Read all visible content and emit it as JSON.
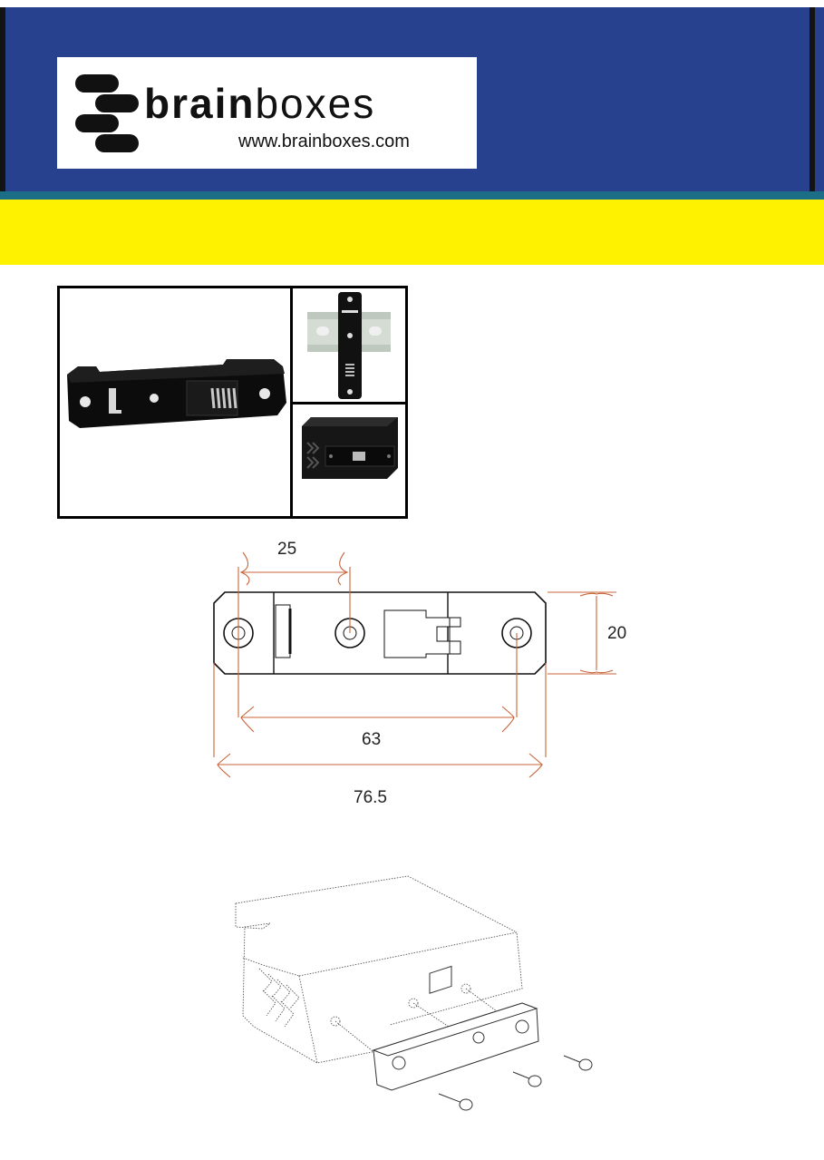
{
  "brand": {
    "name_bold": "brain",
    "name_light": "boxes",
    "url": "www.brainboxes.com"
  },
  "dimensions": {
    "hole_spacing_short": "25",
    "height": "20",
    "hole_spacing_long": "63",
    "overall_length": "76.5"
  },
  "colors": {
    "header_blue": "#27418f",
    "band_yellow": "#fff200",
    "dimension_orange": "#c8643a"
  }
}
